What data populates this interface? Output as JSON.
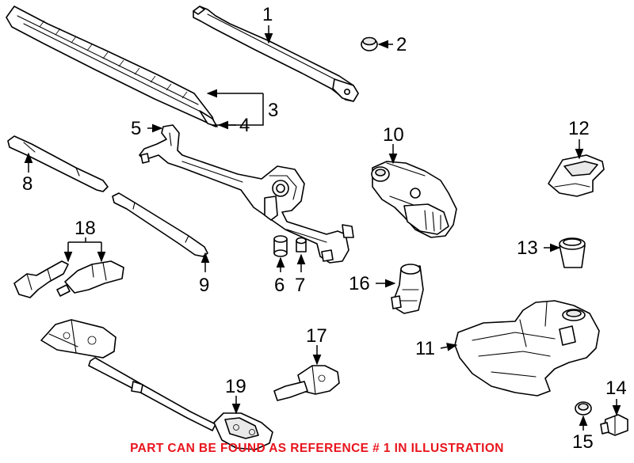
{
  "diagram": {
    "callouts": [
      {
        "id": "1",
        "label": "1"
      },
      {
        "id": "2",
        "label": "2"
      },
      {
        "id": "3",
        "label": "3"
      },
      {
        "id": "4",
        "label": "4"
      },
      {
        "id": "5",
        "label": "5"
      },
      {
        "id": "6",
        "label": "6"
      },
      {
        "id": "7",
        "label": "7"
      },
      {
        "id": "8",
        "label": "8"
      },
      {
        "id": "9",
        "label": "9"
      },
      {
        "id": "10",
        "label": "10"
      },
      {
        "id": "11",
        "label": "11"
      },
      {
        "id": "12",
        "label": "12"
      },
      {
        "id": "13",
        "label": "13"
      },
      {
        "id": "14",
        "label": "14"
      },
      {
        "id": "15",
        "label": "15"
      },
      {
        "id": "16",
        "label": "16"
      },
      {
        "id": "17",
        "label": "17"
      },
      {
        "id": "18",
        "label": "18"
      },
      {
        "id": "19",
        "label": "19"
      }
    ]
  },
  "footer": {
    "note": "PART CAN BE FOUND AS REFERENCE # 1 IN ILLUSTRATION",
    "color": "#e8141c"
  },
  "colors": {
    "line": "#000000",
    "background": "#ffffff"
  }
}
